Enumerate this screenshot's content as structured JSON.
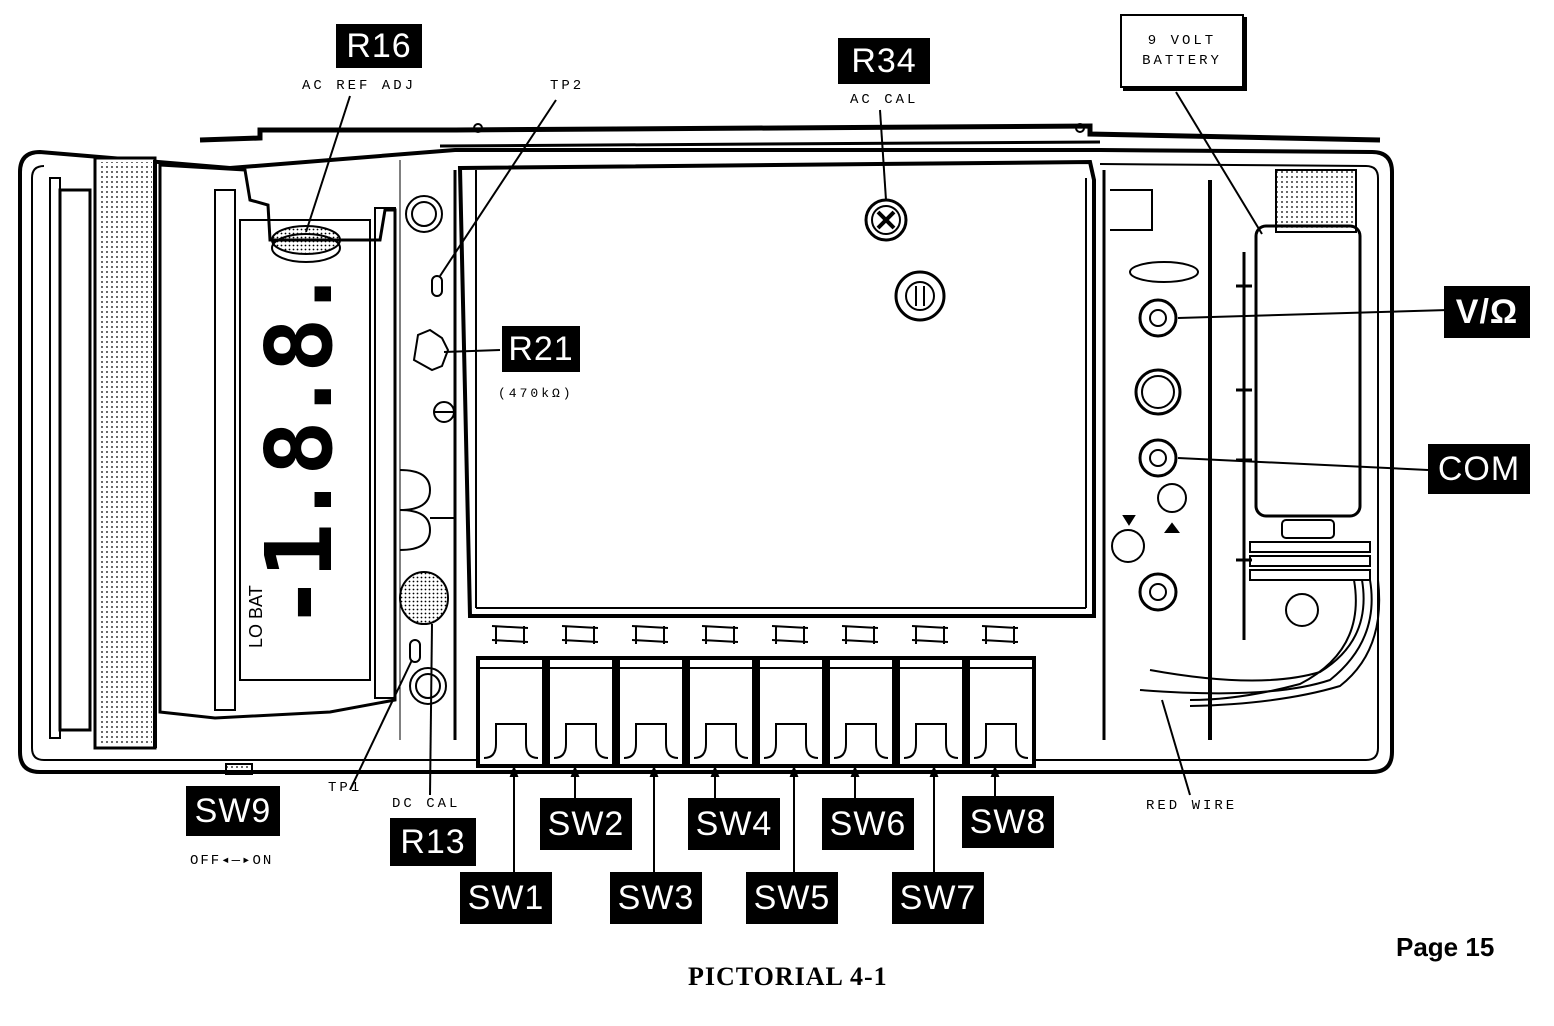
{
  "figure": {
    "caption": "PICTORIAL 4-1",
    "page_label": "Page 15",
    "background": "#ffffff",
    "ink": "#000000"
  },
  "display": {
    "readout": "-1.8.8.",
    "indicator": "LO BAT"
  },
  "callouts": {
    "r16": {
      "tag": "R16",
      "desc": "AC REF ADJ"
    },
    "tp2": {
      "desc": "TP2"
    },
    "r34": {
      "tag": "R34",
      "desc": "AC CAL"
    },
    "battery": {
      "line1": "9 VOLT",
      "line2": "BATTERY"
    },
    "r21": {
      "tag": "R21",
      "desc": "(470kΩ)"
    },
    "vohm": {
      "tag": "V/Ω"
    },
    "com": {
      "tag": "COM"
    },
    "sw9": {
      "tag": "SW9",
      "desc": "OFF◂—▸ON"
    },
    "tp1": {
      "desc": "TP1"
    },
    "r13": {
      "tag": "R13",
      "desc": "DC CAL"
    },
    "red_wire": {
      "desc": "RED WIRE"
    }
  },
  "switches": [
    {
      "tag": "SW1"
    },
    {
      "tag": "SW2"
    },
    {
      "tag": "SW3"
    },
    {
      "tag": "SW4"
    },
    {
      "tag": "SW5"
    },
    {
      "tag": "SW6"
    },
    {
      "tag": "SW7"
    },
    {
      "tag": "SW8"
    }
  ]
}
